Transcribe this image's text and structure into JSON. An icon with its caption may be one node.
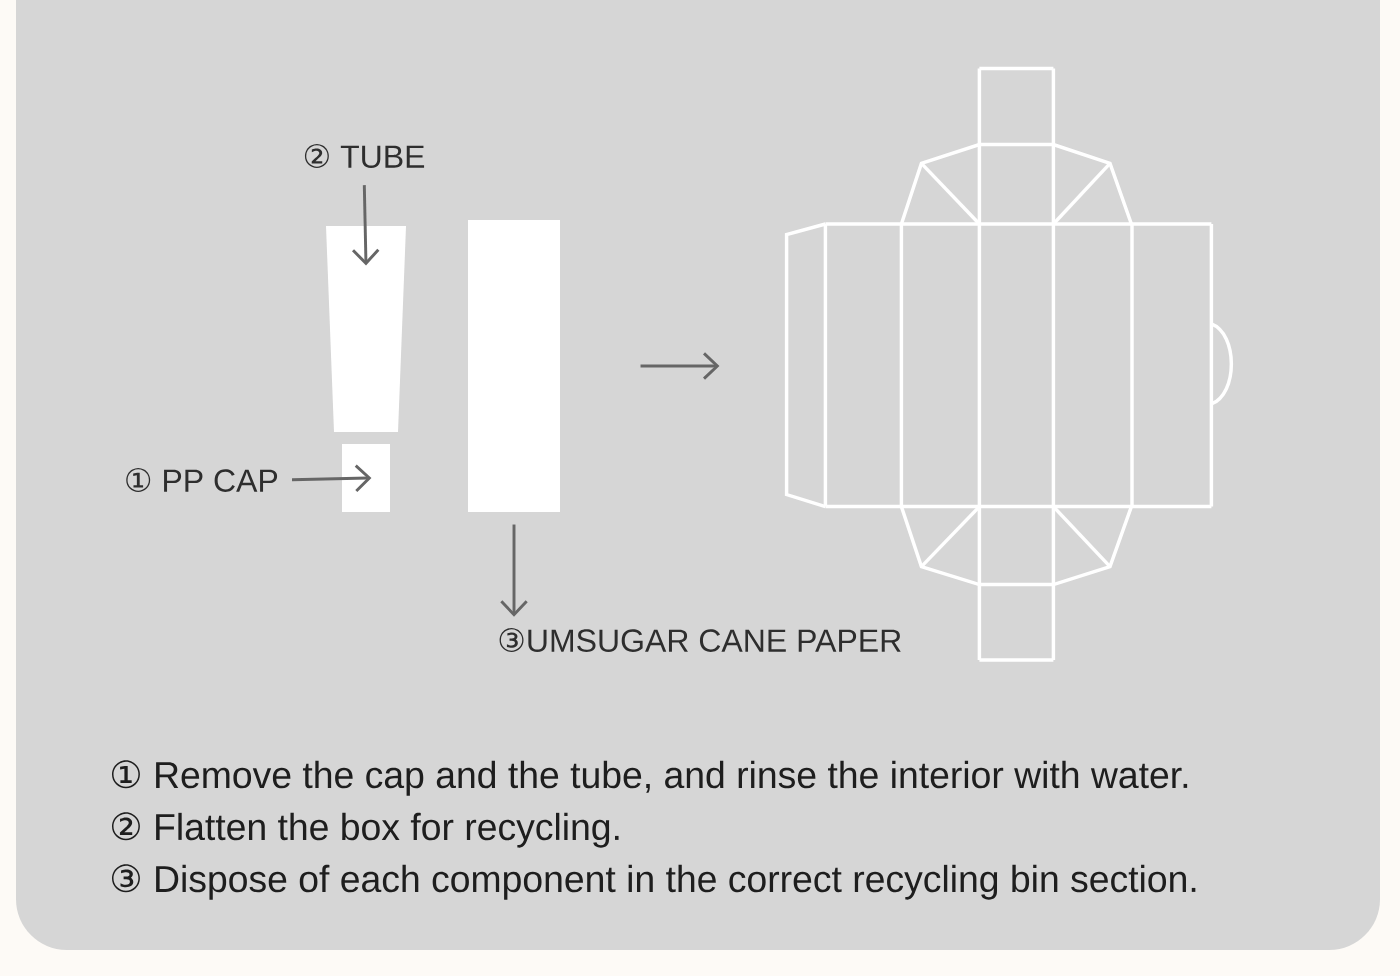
{
  "diagram": {
    "nodes": [
      {
        "text": [
          "② TUBE"
        ]
      },
      {
        "text": [],
        "shape": "trapezoid"
      },
      {
        "text": [
          "① PP CAP"
        ]
      },
      {
        "text": [],
        "shape": "box"
      },
      {
        "text": [],
        "shape": "box"
      },
      {
        "text": [
          "③UMSUGAR CANE PAPER"
        ]
      },
      {
        "text": [],
        "shape": "picture"
      }
    ],
    "edges": [
      {
        "from": 0,
        "to": 1,
        "arrow": "to"
      },
      {
        "from": 2,
        "to": 3,
        "arrow": "to"
      },
      {
        "from": 4,
        "to": 5,
        "arrow": "to"
      },
      {
        "from": 4,
        "to": 6,
        "arrow": "to"
      }
    ],
    "labels": [
      "① Remove the cap and the tube, and rinse the interior with water.",
      "② Flatten the box for recycling.",
      "③ Dispose of each component in the correct recycling bin section."
    ]
  }
}
